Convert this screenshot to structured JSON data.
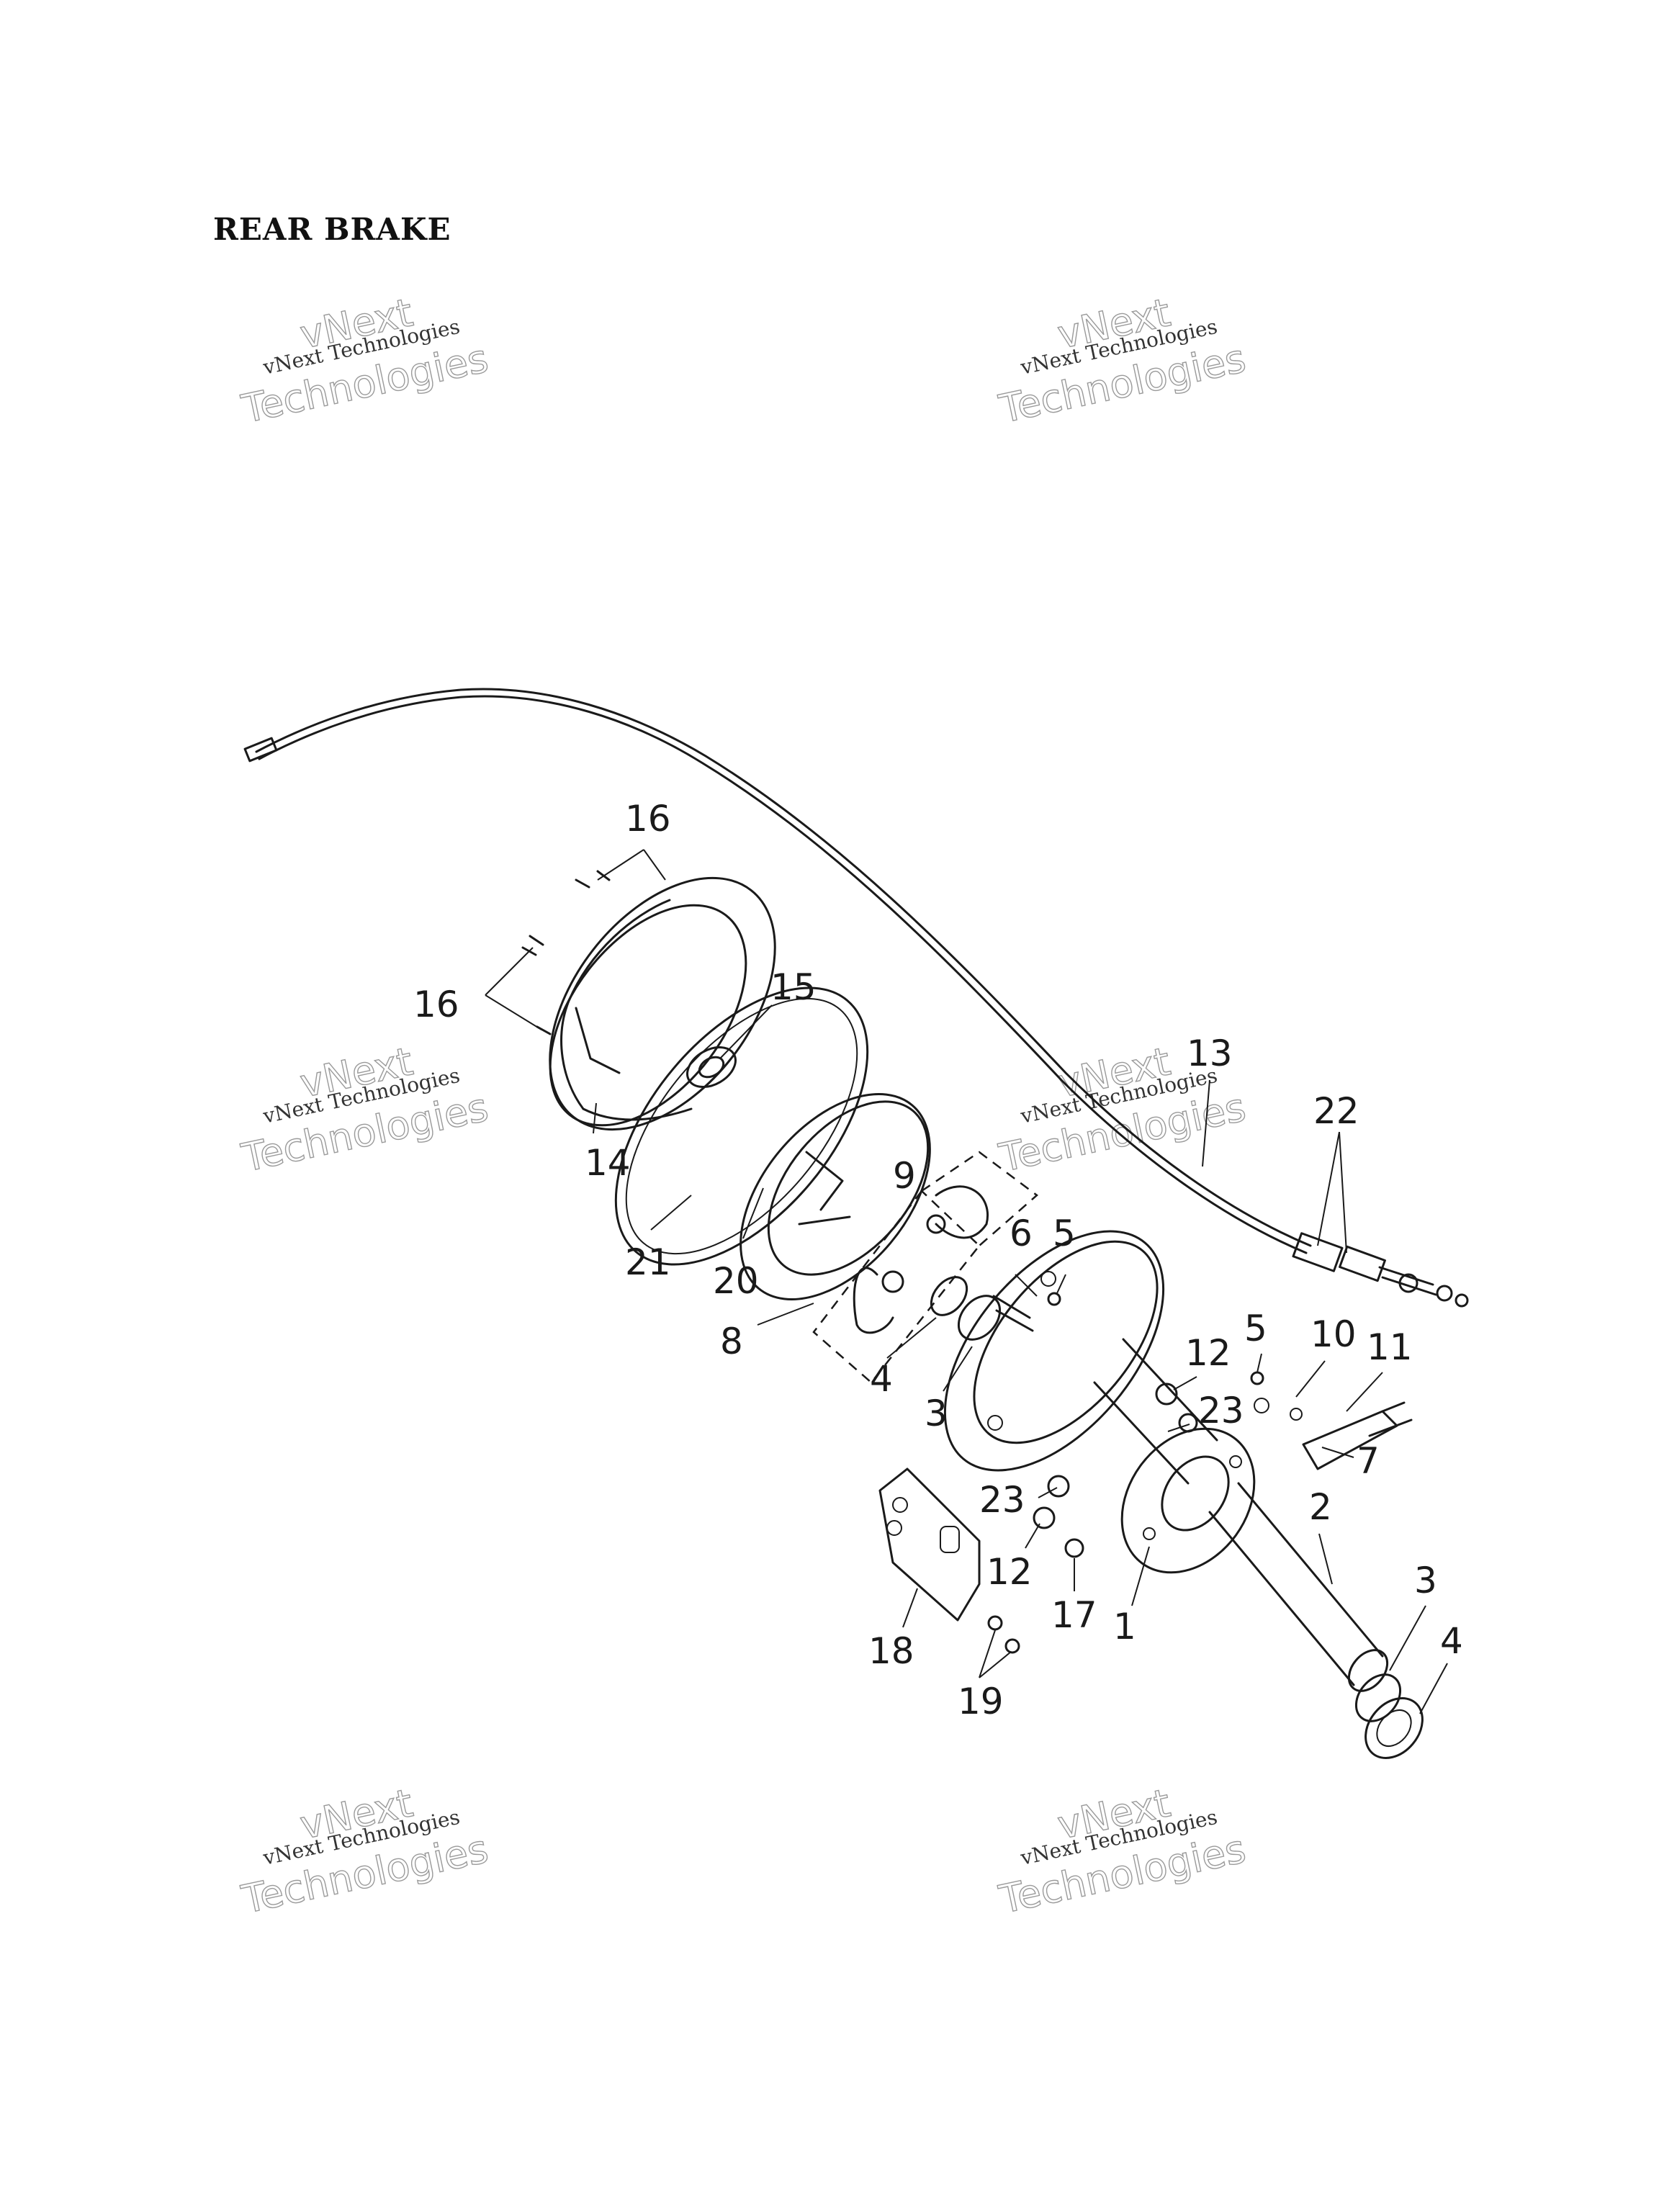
{
  "title": "REAR BRAKE",
  "watermark": {
    "line1": "vNext Technologies",
    "line2": "vNext",
    "line3": "Technologies"
  },
  "callouts": [
    "16",
    "16",
    "15",
    "14",
    "21",
    "20",
    "9",
    "6",
    "5",
    "8",
    "4",
    "3",
    "13",
    "22",
    "12",
    "5",
    "10",
    "11",
    "23",
    "7",
    "23",
    "12",
    "17",
    "2",
    "1",
    "3",
    "4",
    "18",
    "19"
  ]
}
